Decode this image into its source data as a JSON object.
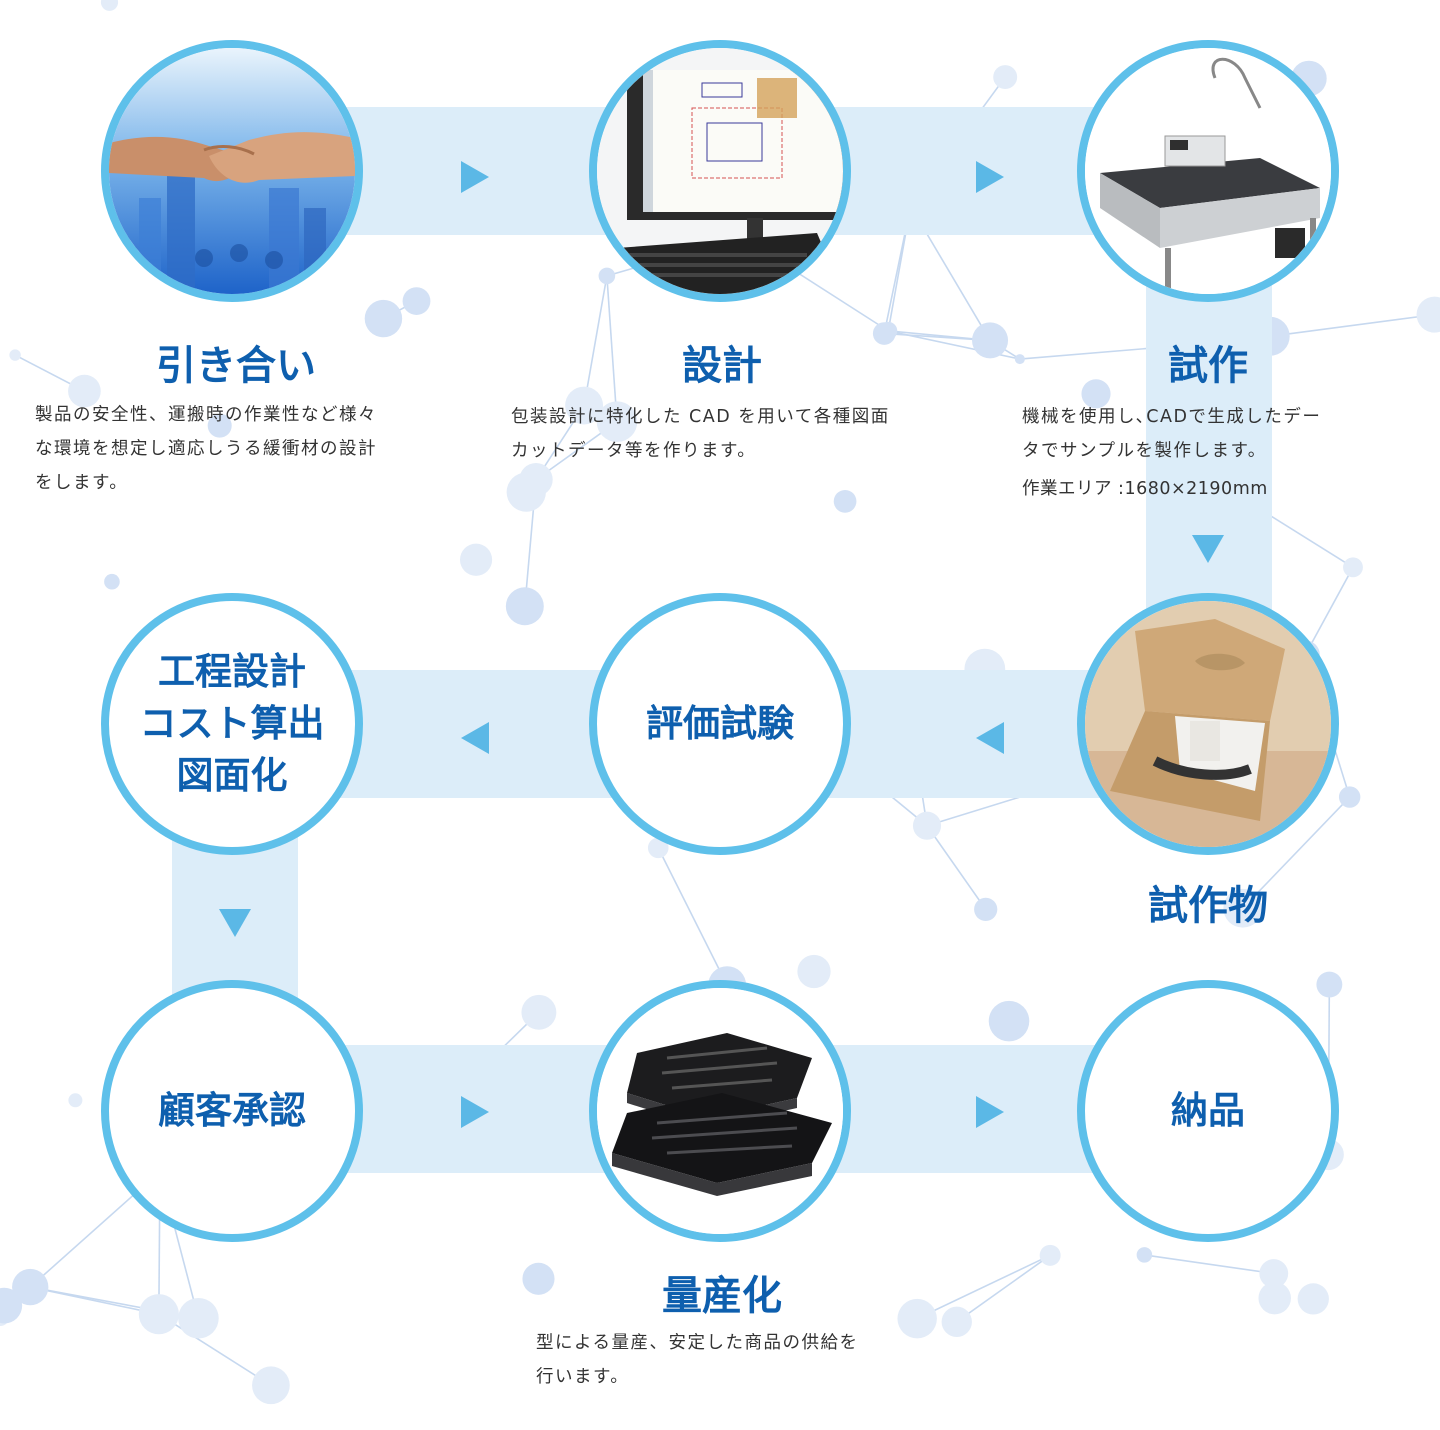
{
  "colors": {
    "accent": "#0e5fae",
    "ring": "#5ec0ea",
    "band": "#dcedf9",
    "arrow": "#5bb8e6",
    "text": "#333333"
  },
  "steps": {
    "inquiry": {
      "title": "引き合い",
      "desc": [
        "製品の安全性、運搬時の作業性など様々",
        "な環境を想定し適応しうる緩衝材の設計",
        "をします。"
      ]
    },
    "design": {
      "title": "設計",
      "desc": [
        "包装設計に特化した CAD を用いて各種図面",
        "カットデータ等を作ります。"
      ]
    },
    "prototype": {
      "title": "試作",
      "desc": [
        "機械を使用し､CADで生成したデー",
        "タでサンプルを製作します。"
      ],
      "note": "作業エリア :1680×2190mm"
    },
    "prototype_item": {
      "title": "試作物"
    },
    "evaluation": {
      "label": "評価試験"
    },
    "process_design": {
      "label": "工程設計\nコスト算出\n図面化"
    },
    "approval": {
      "label": "顧客承認"
    },
    "mass_production": {
      "title": "量産化",
      "desc": [
        "型による量産、安定した商品の供給を",
        "行います。"
      ]
    },
    "delivery": {
      "label": "納品"
    }
  }
}
